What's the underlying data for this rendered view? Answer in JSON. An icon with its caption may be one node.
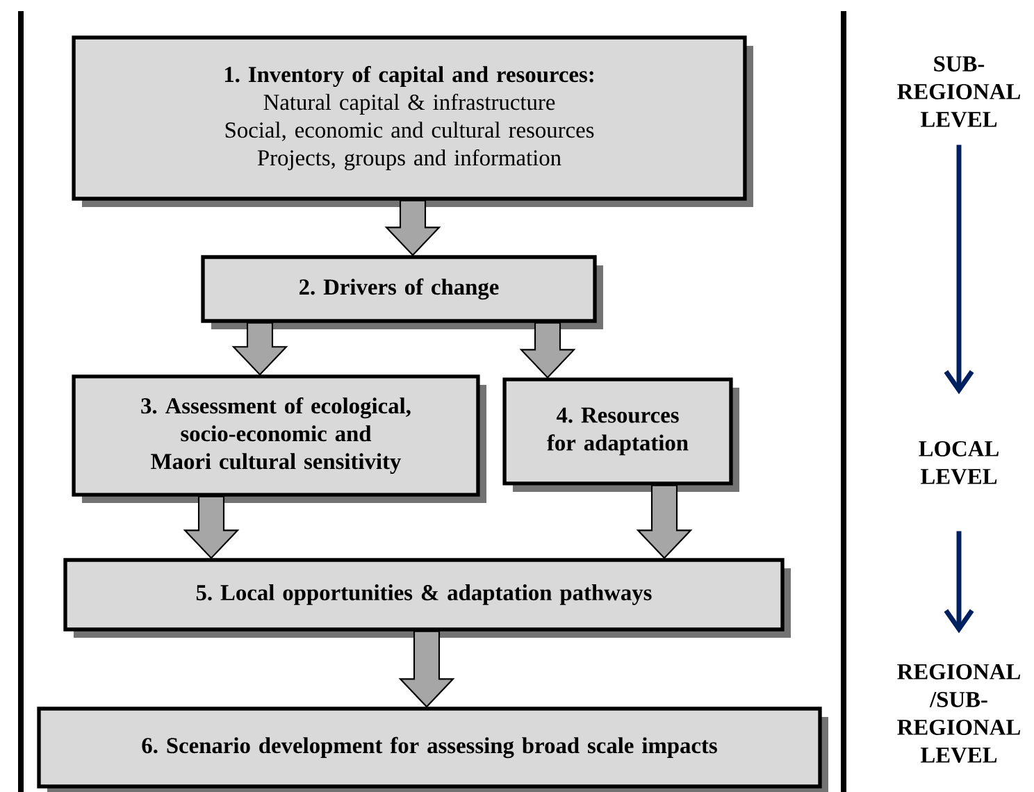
{
  "diagram": {
    "nodes": [
      {
        "text": [
          "1. Inventory of capital and resources:",
          "Natural capital & infrastructure",
          "Social, economic and cultural resources",
          "Projects, groups and information"
        ]
      },
      {
        "text": [
          "2. Drivers of change"
        ]
      },
      {
        "text": [
          "3. Assessment of ecological, socio-economic and Maori cultural sensitivity"
        ]
      },
      {
        "text": [
          "4. Resources for adaptation"
        ]
      },
      {
        "text": [
          "5. Local opportunities & adaptation pathways"
        ]
      },
      {
        "text": [
          "6. Scenario development for assessing broad scale impacts"
        ]
      },
      {
        "text": [
          "SUB-REGIONAL LEVEL"
        ]
      },
      {
        "text": [
          "LOCAL LEVEL"
        ]
      },
      {
        "text": [
          "REGIONAL /SUB-REGIONAL LEVEL"
        ]
      }
    ],
    "edges": [
      {
        "from": 0,
        "to": 1,
        "arrow": "to"
      },
      {
        "from": 1,
        "to": 2,
        "arrow": "to"
      },
      {
        "from": 1,
        "to": 3,
        "arrow": "to"
      },
      {
        "from": 2,
        "to": 4,
        "arrow": "to"
      },
      {
        "from": 3,
        "to": 4,
        "arrow": "to"
      },
      {
        "from": 4,
        "to": 5,
        "arrow": "to"
      },
      {
        "from": 6,
        "to": 7,
        "arrow": "to",
        "color": "#002060"
      },
      {
        "from": 7,
        "to": 8,
        "arrow": "to",
        "color": "#002060"
      }
    ]
  }
}
